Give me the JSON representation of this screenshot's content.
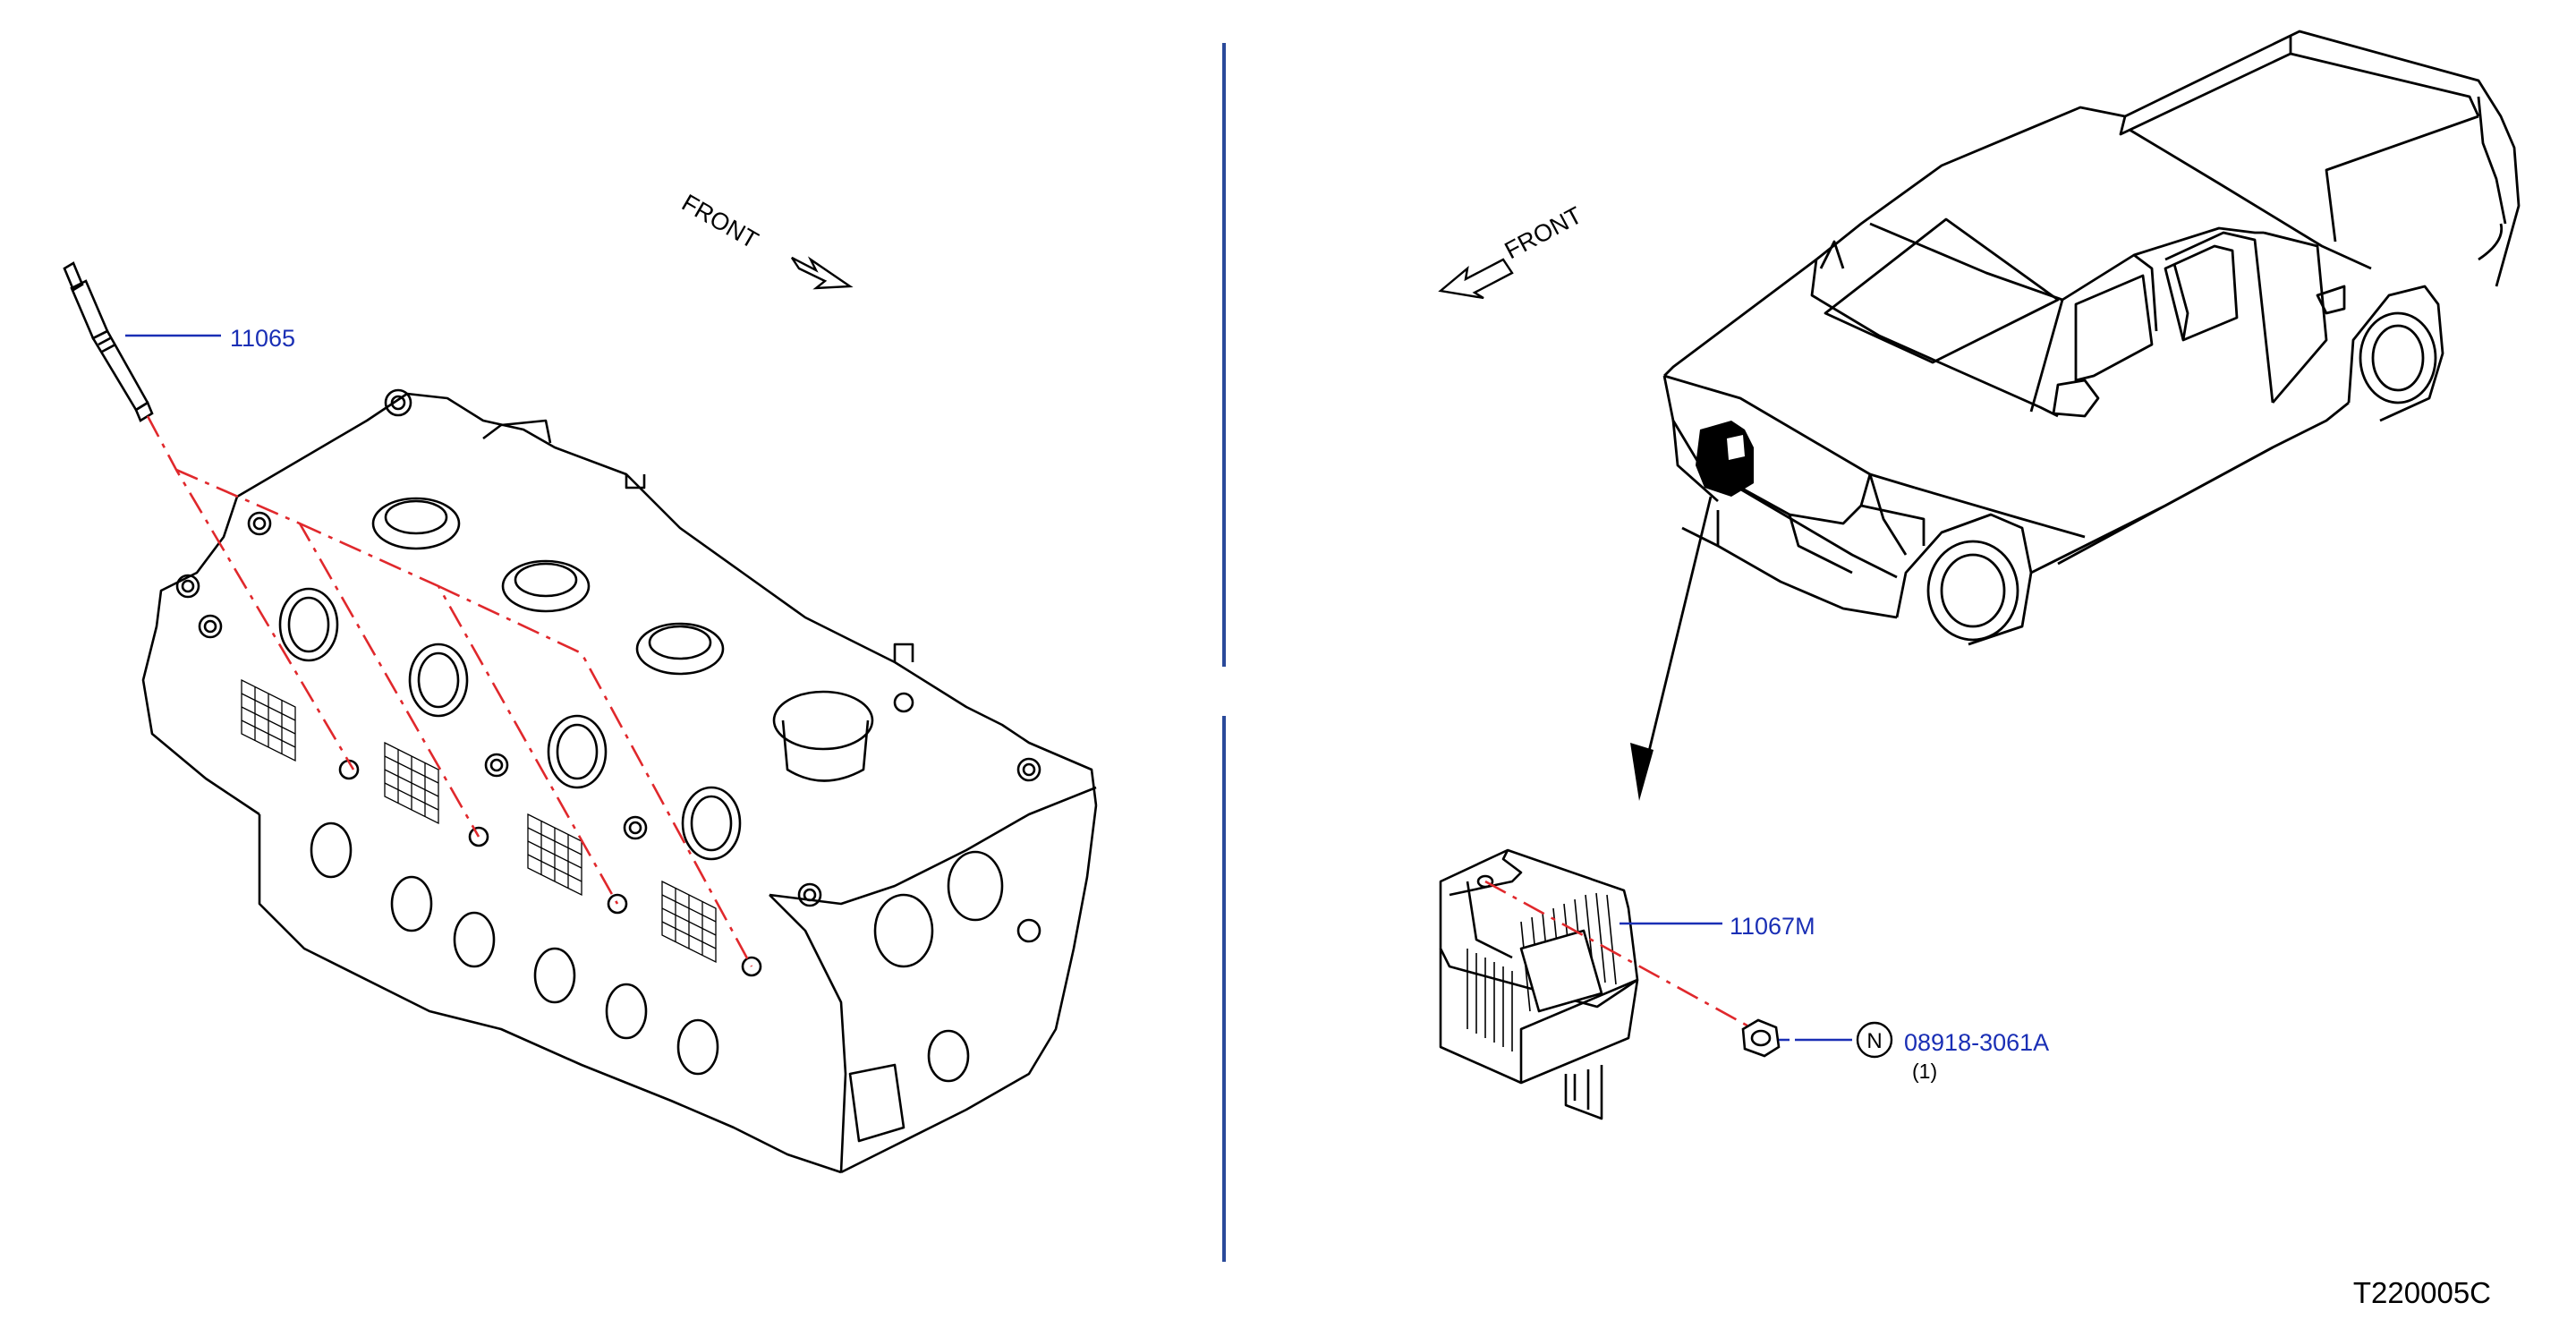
{
  "parts": {
    "glow_plug": "11065",
    "control_unit": "11067M",
    "nut": "08918-3061A",
    "nut_qty": "(1)",
    "nut_badge": "N"
  },
  "labels": {
    "front_left": "FRONT",
    "front_right": "FRONT"
  },
  "figure_code": "T220005C",
  "colors": {
    "callout": "#1a2fb5",
    "dashed": "#e0282c",
    "divider": "#2a4a9a",
    "line": "#000000"
  }
}
